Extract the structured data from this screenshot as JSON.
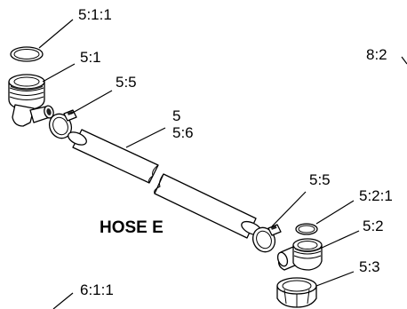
{
  "diagram": {
    "title": "HOSE E",
    "callouts": {
      "c511": "5:1:1",
      "c51": "5:1",
      "c55a": "5:5",
      "c5": "5",
      "c56": "5:6",
      "c55b": "5:5",
      "c521": "5:2:1",
      "c52": "5:2",
      "c53": "5:3",
      "c82": "8:2",
      "c611": "6:1:1"
    }
  }
}
